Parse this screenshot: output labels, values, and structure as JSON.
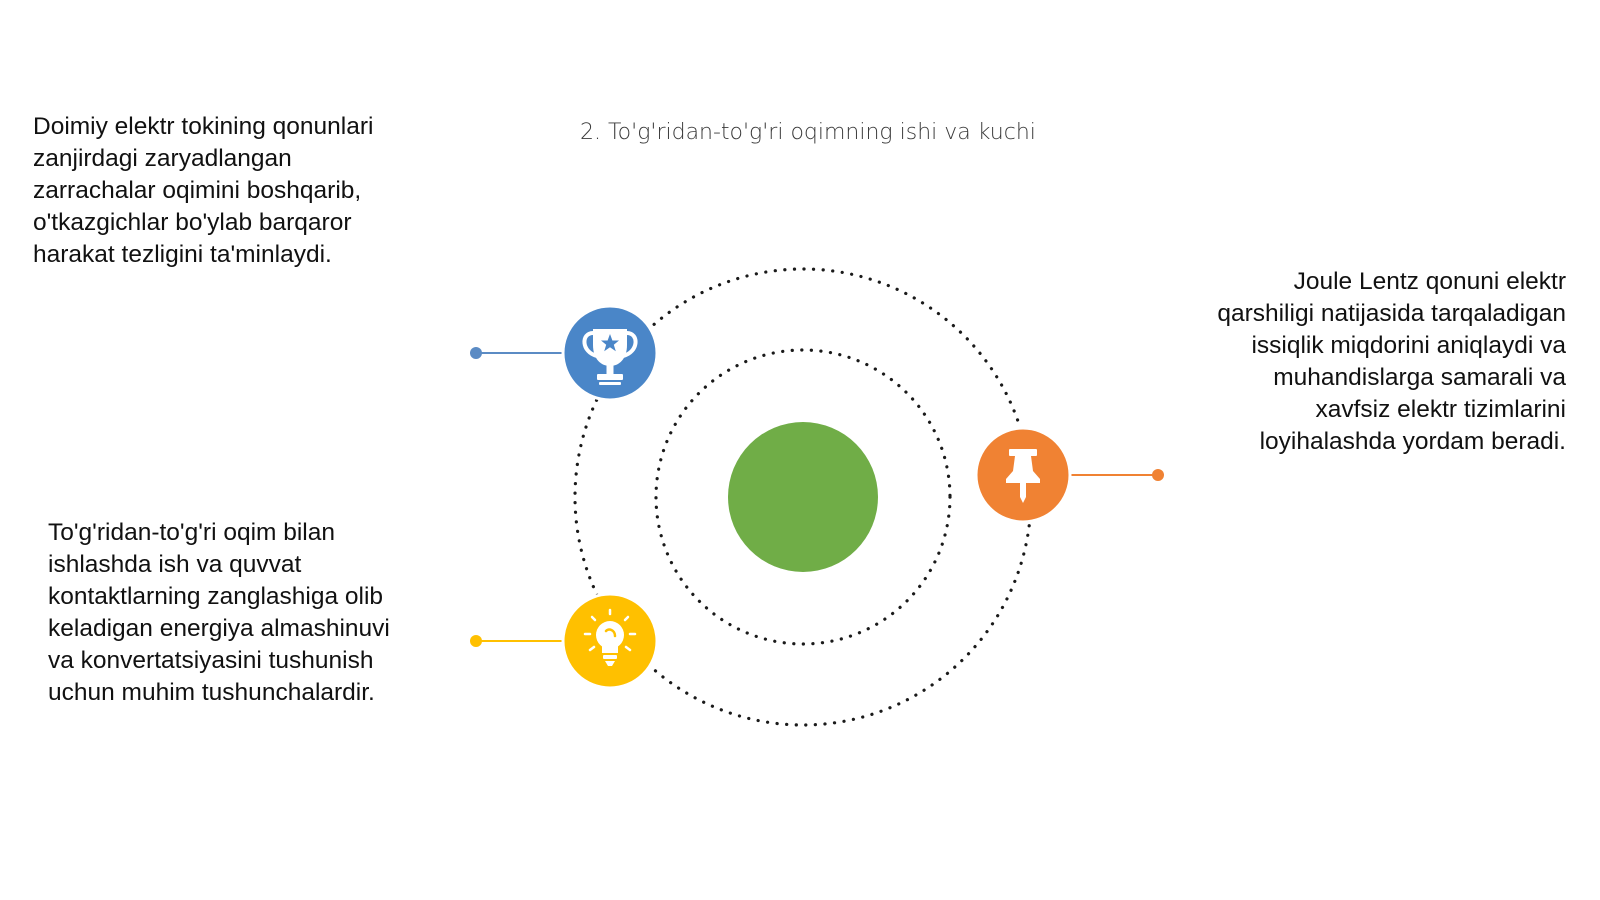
{
  "slide": {
    "title": "2. To'g'ridan-to'g'ri oqimning ishi va kuchi"
  },
  "blocks": {
    "top_left": {
      "lines": [
        "Doimiy elektr tokining qonunlari",
        "zanjirdagi zaryadlangan",
        "zarrachalar oqimini boshqarib,",
        "o'tkazgichlar bo'ylab barqaror",
        "harakat tezligini ta'minlaydi."
      ]
    },
    "bottom_left": {
      "lines": [
        "To'g'ridan-to'g'ri oqim bilan",
        "ishlashda ish va quvvat",
        "kontaktlarning zanglashiga olib",
        "keladigan energiya almashinuvi",
        "va konvertatsiyasini tushunish",
        "uchun muhim tushunchalardir."
      ]
    },
    "right": {
      "lines": [
        "Joule Lentz qonuni elektr",
        "qarshiligi natijasida tarqaladigan",
        "issiqlik miqdorini aniqlaydi va",
        "muhandislarga samarali va",
        "xavfsiz elektr tizimlarini",
        "loyihalashda yordam beradi."
      ]
    }
  },
  "nodes": {
    "trophy": {
      "icon": "trophy-icon",
      "color": "#4A86C8",
      "connector_color": "#5B8BC4"
    },
    "pin": {
      "icon": "pushpin-icon",
      "color": "#F08233",
      "connector_color": "#F08233"
    },
    "bulb": {
      "icon": "lightbulb-icon",
      "color": "#FFC000",
      "connector_color": "#FFC000"
    }
  },
  "colors": {
    "center": "#70AD47",
    "ring": "#1a1a1a"
  }
}
